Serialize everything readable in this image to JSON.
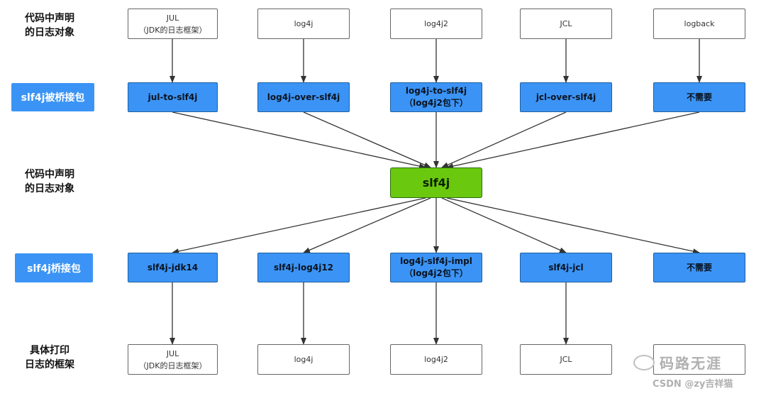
{
  "labels": {
    "row1": [
      "代码中声明",
      "的日志对象"
    ],
    "row2": "slf4j被桥接包",
    "row3": [
      "代码中声明",
      "的日志对象"
    ],
    "row4": "slf4j桥接包",
    "row5": [
      "具体打印",
      "日志的框架"
    ]
  },
  "top_frameworks": [
    {
      "lines": [
        "JUL",
        "（JDK的日志框架）"
      ]
    },
    {
      "lines": [
        "log4j"
      ]
    },
    {
      "lines": [
        "log4j2"
      ]
    },
    {
      "lines": [
        "JCL"
      ]
    },
    {
      "lines": [
        "logback"
      ]
    }
  ],
  "bridged_packages": [
    {
      "lines": [
        "jul-to-slf4j"
      ]
    },
    {
      "lines": [
        "log4j-over-slf4j"
      ]
    },
    {
      "lines": [
        "log4j-to-slf4j",
        "（log4j2包下）"
      ]
    },
    {
      "lines": [
        "jcl-over-slf4j"
      ]
    },
    {
      "lines": [
        "不需要"
      ]
    }
  ],
  "center": "slf4j",
  "binding_packages": [
    {
      "lines": [
        "slf4j-jdk14"
      ]
    },
    {
      "lines": [
        "slf4j-log4j12"
      ]
    },
    {
      "lines": [
        "log4j-slf4j-impl",
        "（log4j2包下）"
      ]
    },
    {
      "lines": [
        "slf4j-jcl"
      ]
    },
    {
      "lines": [
        "不需要"
      ]
    }
  ],
  "bottom_frameworks": [
    {
      "lines": [
        "JUL",
        "（JDK的日志框架）"
      ]
    },
    {
      "lines": [
        "log4j"
      ]
    },
    {
      "lines": [
        "log4j2"
      ]
    },
    {
      "lines": [
        "JCL"
      ]
    },
    {
      "lines": [
        ""
      ]
    }
  ],
  "watermark": {
    "brand": "码路无涯",
    "credit": "CSDN @zy吉祥猫"
  },
  "colors": {
    "blue": "#3b94f5",
    "green": "#6ac80f",
    "line": "#333333"
  }
}
